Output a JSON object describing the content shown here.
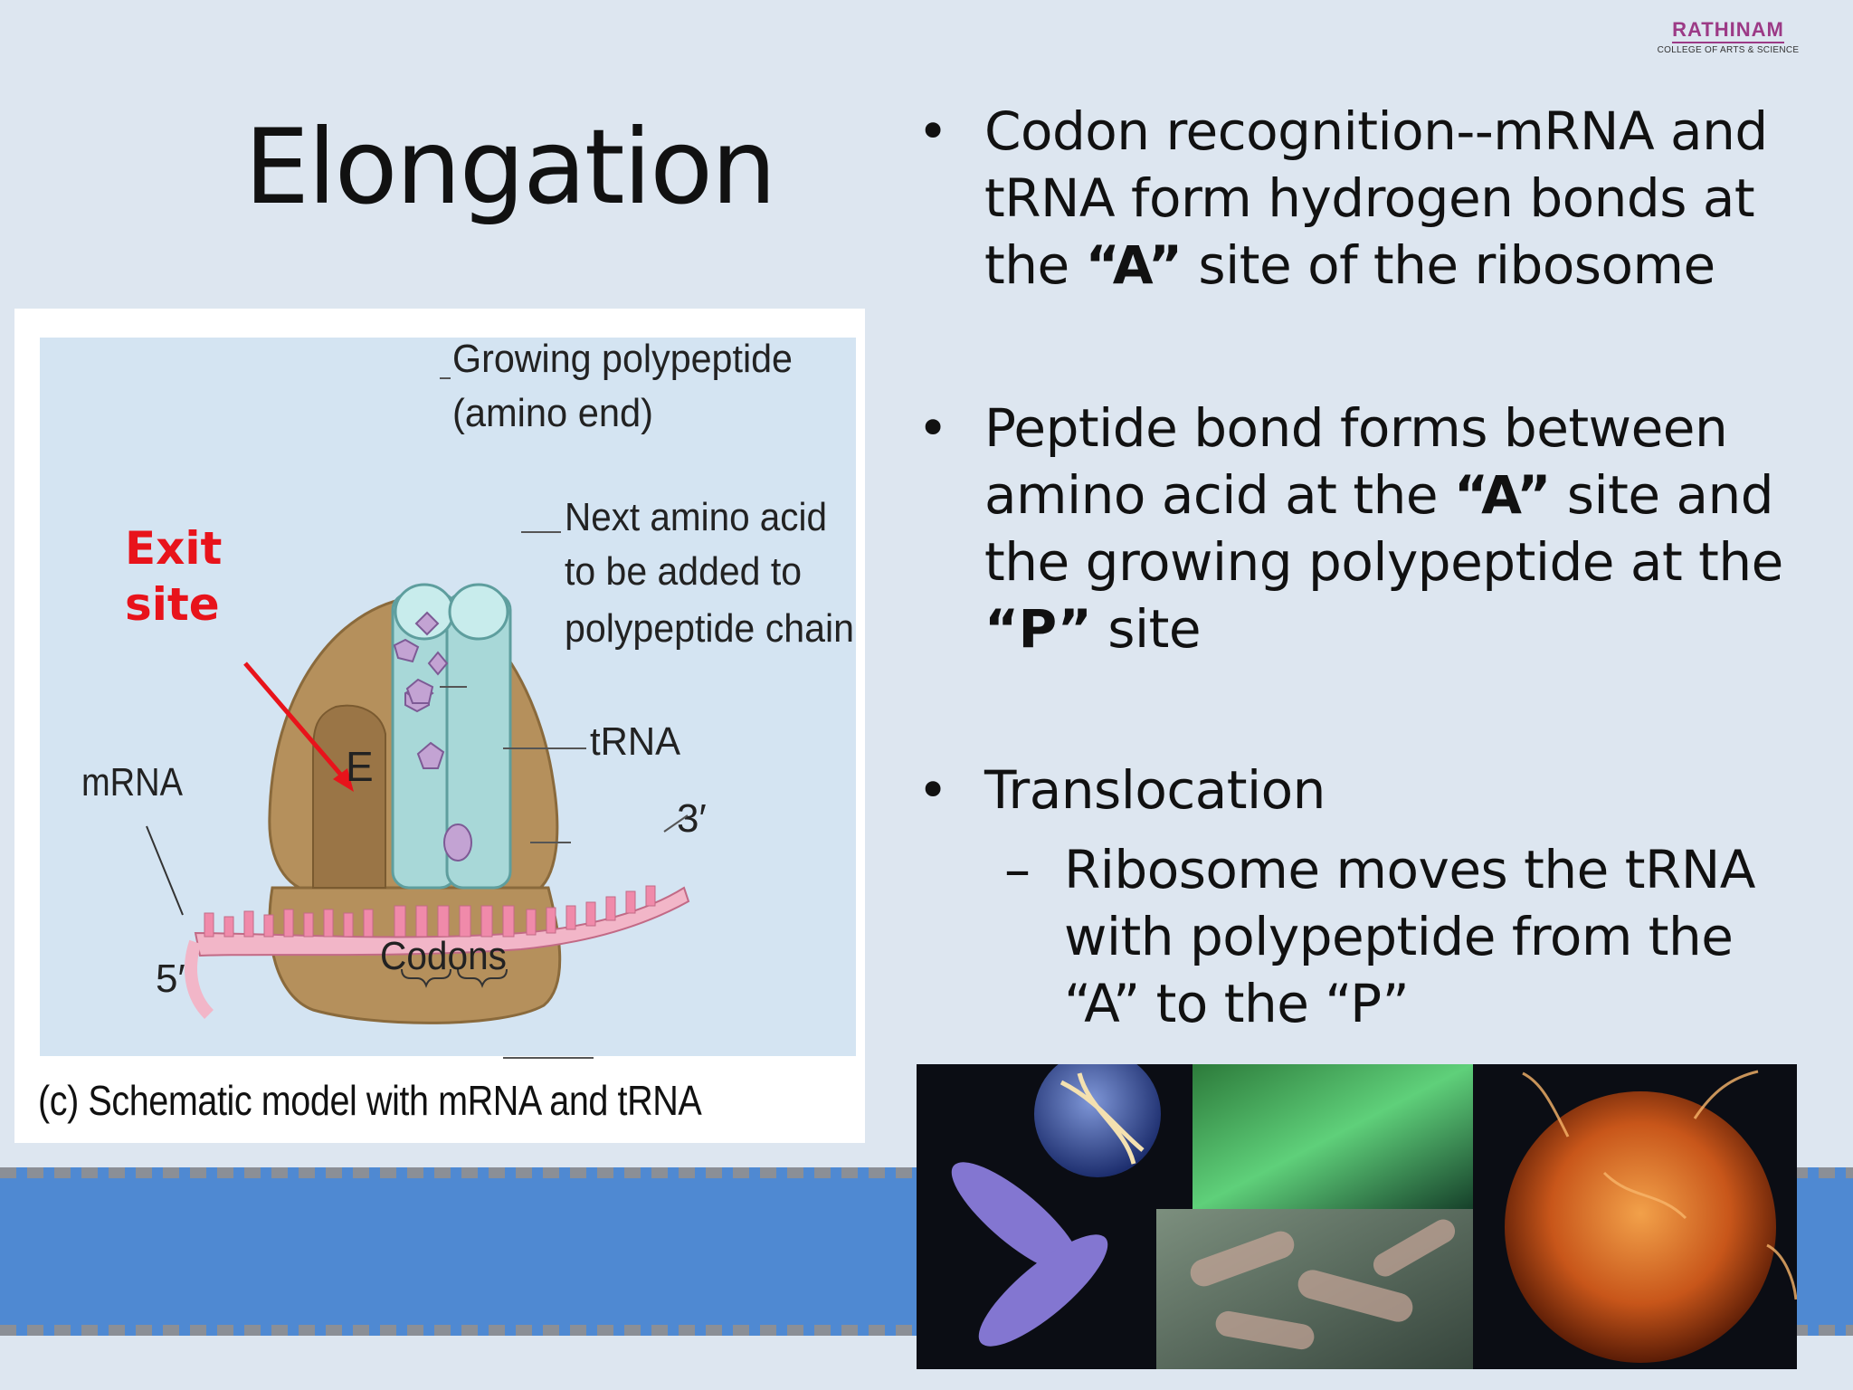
{
  "logo": {
    "name": "RATHINAM",
    "subtitle": "COLLEGE OF ARTS & SCIENCE"
  },
  "slide": {
    "title": "Elongation"
  },
  "figure": {
    "labels": {
      "growing": "Growing polypeptide",
      "amino_end": "(amino end)",
      "next1": "Next amino acid",
      "next2": "to be added to",
      "next3": "polypeptide chain",
      "trna": "tRNA",
      "mrna": "mRNA",
      "three_prime": "3′",
      "five_prime": "5′",
      "e_site": "E",
      "codons": "Codons",
      "exit1": "Exit",
      "exit2": "site"
    },
    "caption": "(c) Schematic model with mRNA and tRNA"
  },
  "bullets": {
    "b1": {
      "l1": "Codon recognition--mRNA and",
      "l2": "tRNA form hydrogen bonds at",
      "l3a": "the ",
      "l3b": "“A”",
      "l3c": " site of the ribosome"
    },
    "b2": {
      "l1": "Peptide bond forms between",
      "l2a": "amino acid at the ",
      "l2b": "“A”",
      "l2c": " site and",
      "l3": "the growing polypeptide at the",
      "l4a": "“P”",
      "l4b": " site"
    },
    "b3": {
      "l1": "Translocation",
      "s1": "Ribosome moves the tRNA",
      "s2": "with polypeptide from the",
      "s3": "“A” to the “P”"
    },
    "bullet_char": "•",
    "dash_char": "–"
  },
  "colors": {
    "background": "#dde6f0",
    "band": "#4f89d2",
    "exit_label": "#e8131b",
    "logo": "#9c3a86"
  }
}
